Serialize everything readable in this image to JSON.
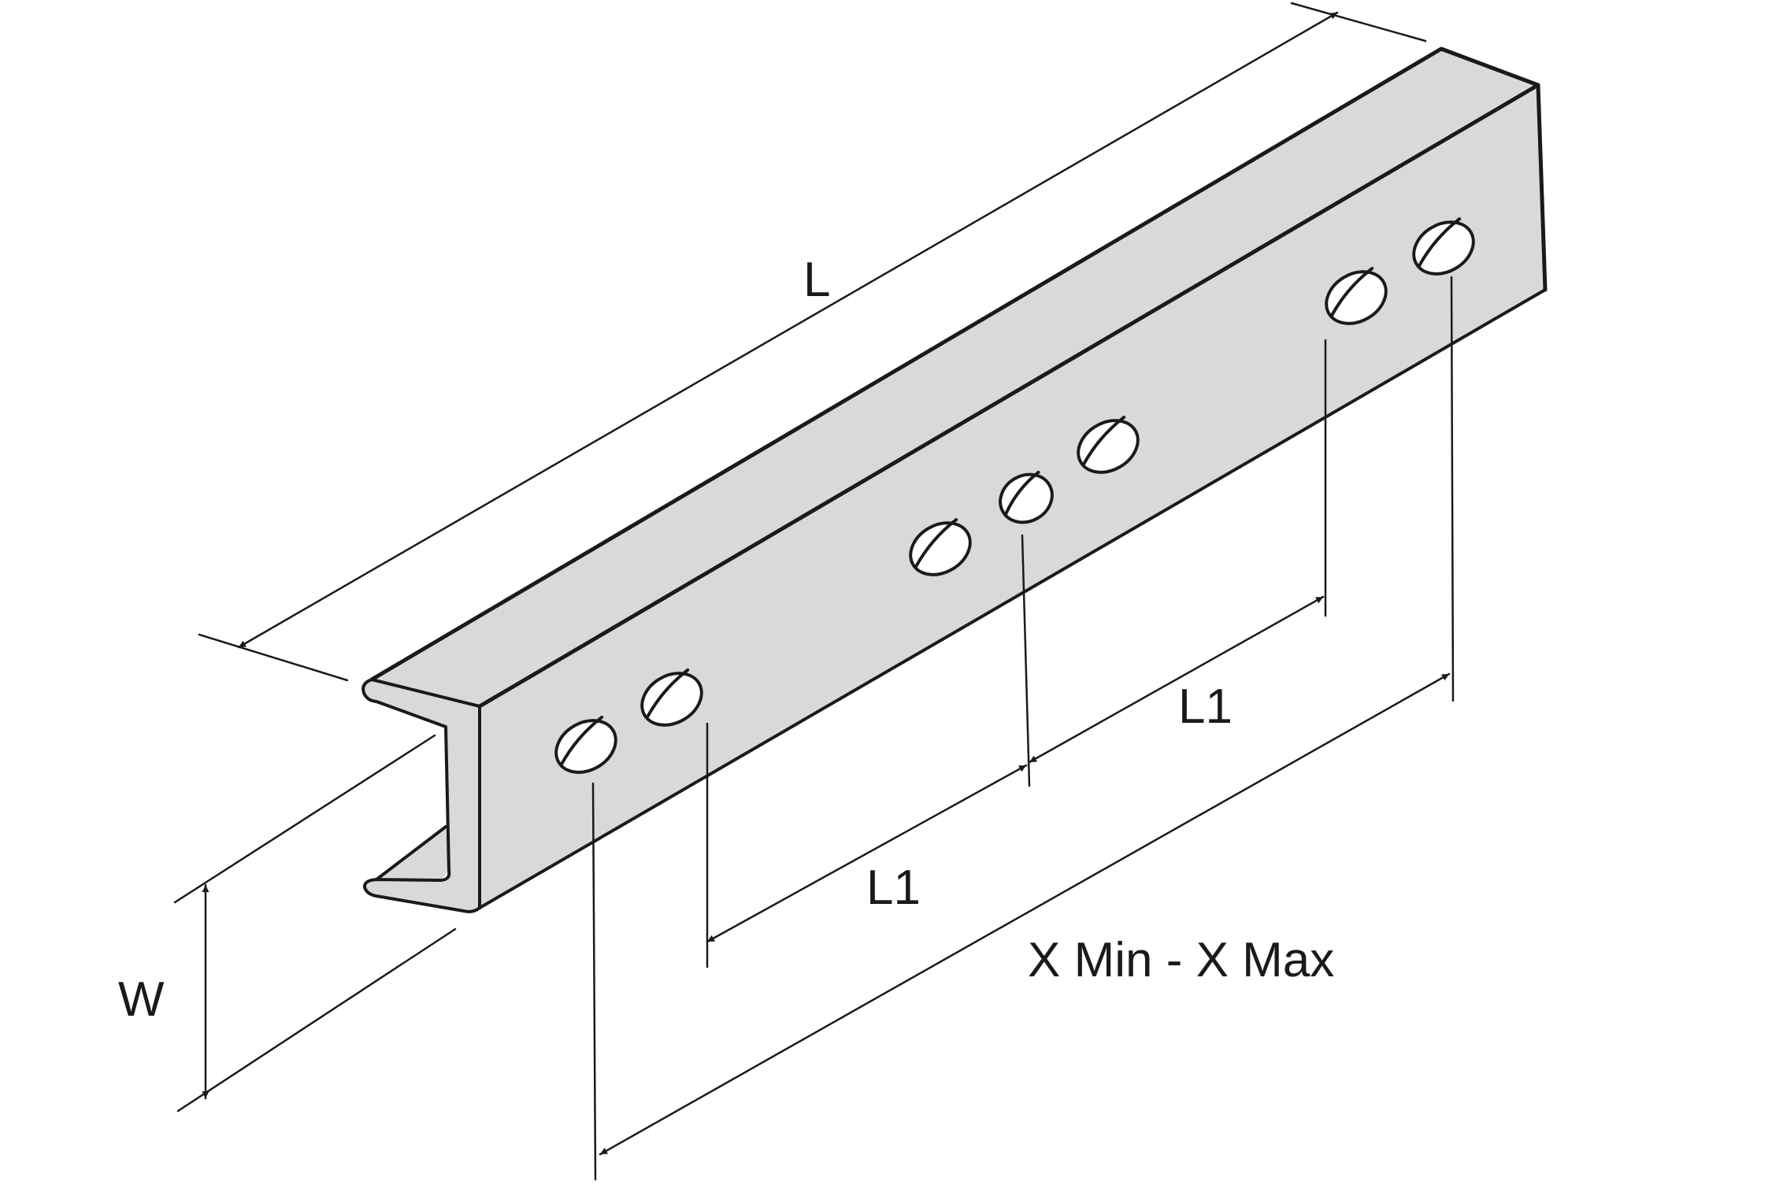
{
  "diagram": {
    "labels": {
      "length": "L",
      "width": "W",
      "hole_spacing_lower": "L1",
      "hole_spacing_upper": "L1",
      "adjustment_range": "X Min - X Max"
    },
    "colors": {
      "channel_face": "#d9d9d9",
      "line": "#1a1a1a",
      "background": "#ffffff"
    }
  }
}
